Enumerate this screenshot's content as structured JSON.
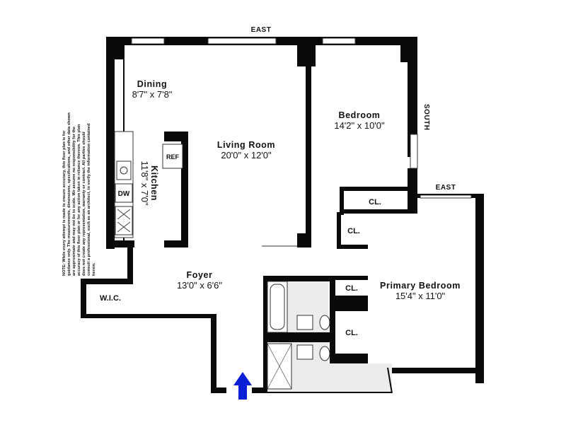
{
  "compass": {
    "east_top": "EAST",
    "south": "SOUTH",
    "east_mid": "EAST"
  },
  "rooms": {
    "dining": {
      "name": "Dining",
      "dims": "8'7\" x 7'8\""
    },
    "living": {
      "name": "Living Room",
      "dims": "20'0\" x 12'0\""
    },
    "bedroom": {
      "name": "Bedroom",
      "dims": "14'2\" x 10'0\""
    },
    "kitchen": {
      "name": "Kitchen",
      "dims": "11'8\" x 7'0\""
    },
    "foyer": {
      "name": "Foyer",
      "dims": "13'0\" x 6'6\""
    },
    "primary": {
      "name": "Primary Bedroom",
      "dims": "15'4\" x 11'0\""
    }
  },
  "closets": {
    "cl1": "CL.",
    "cl2": "CL.",
    "cl3": "CL.",
    "cl4": "CL.",
    "wic": "W.I.C."
  },
  "appliances": {
    "ref": "REF",
    "dw": "DW"
  },
  "note": [
    "NOTE: While every attempt is made to ensure accuracy, this floor plan is for",
    "guidance only. The measurements, dimensions, specifications, and other data shown",
    "are approximate and may not be to scale. We assume no responsibility for the",
    "accuracy of this floor plan or for any action taken in reliance thereon. This plan",
    "does not create any representation, warranty or contract. All parties should",
    "consult a professional, such as an architect, to verify the information contained",
    "herein."
  ],
  "entry_arrow_color": "#0a1fd6"
}
